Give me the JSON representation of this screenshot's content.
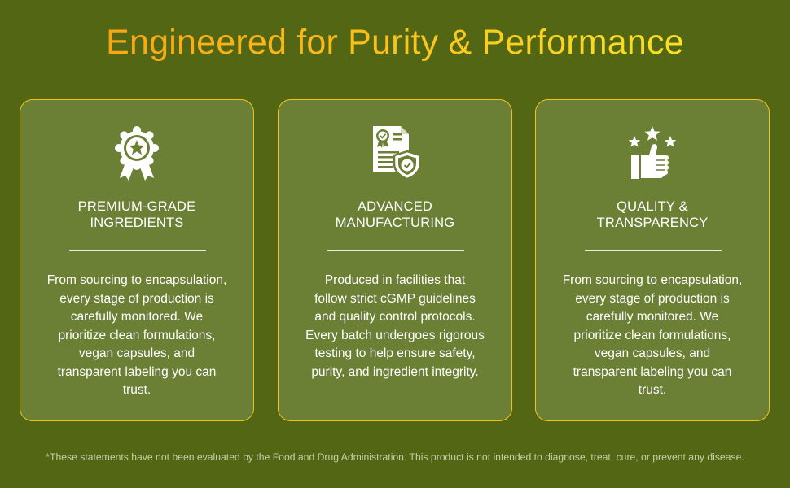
{
  "headline": "Engineered for Purity & Performance",
  "cards": [
    {
      "icon": "award-badge-icon",
      "title_lines": [
        "PREMIUM-GRADE",
        "INGREDIENTS"
      ],
      "body_lines": [
        "From sourcing to encapsulation,",
        "every stage of production is",
        "carefully monitored. We",
        "prioritize clean formulations,",
        "vegan capsules, and",
        "transparent labeling you can",
        "trust."
      ]
    },
    {
      "icon": "certificate-shield-icon",
      "title_lines": [
        "ADVANCED",
        "MANUFACTURING"
      ],
      "body_lines": [
        "Produced in facilities that",
        "follow strict cGMP guidelines",
        "and quality control protocols.",
        "Every batch undergoes rigorous",
        "testing to help ensure safety,",
        "purity, and ingredient integrity."
      ]
    },
    {
      "icon": "thumbs-up-stars-icon",
      "title_lines": [
        "QUALITY &",
        "TRANSPARENCY"
      ],
      "body_lines": [
        "From sourcing to encapsulation,",
        "every stage of production is",
        "carefully monitored. We",
        "prioritize clean formulations,",
        "vegan capsules, and",
        "transparent labeling you can",
        "trust."
      ]
    }
  ],
  "disclaimer": "*These statements have not been evaluated by the Food and Drug Administration. This product is not intended to diagnose, treat, cure, or prevent any disease.",
  "colors": {
    "background": "#536614",
    "card": "#6b7f35",
    "card_border": "#f3c21c",
    "headline_start": "#f79a12",
    "headline_end": "#f8ec2a"
  }
}
